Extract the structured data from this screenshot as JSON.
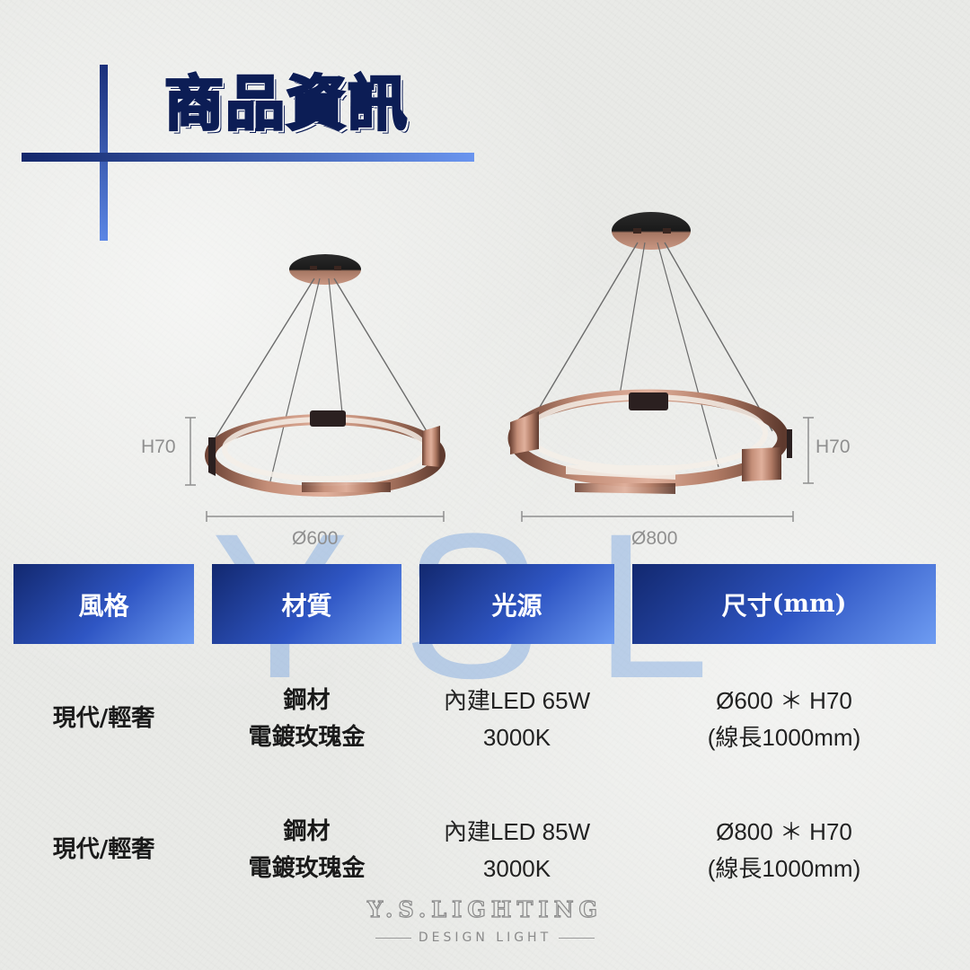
{
  "header": {
    "title": "商品資訊"
  },
  "watermark": {
    "text": "YSL"
  },
  "lamps": [
    {
      "height_label": "H70",
      "diameter_label": "Ø600"
    },
    {
      "height_label": "H70",
      "diameter_label": "Ø800"
    }
  ],
  "table": {
    "headers": {
      "style": "風格",
      "material": "材質",
      "light": "光源",
      "size": "尺寸",
      "size_unit": "(mm)"
    },
    "rows": [
      {
        "style": "現代/輕奢",
        "material_1": "鋼材",
        "material_2": "電鍍玫瑰金",
        "light_1": "內建LED 65W",
        "light_2": "3000K",
        "size_1": "Ø600 ＊ H70",
        "size_2": "(線長1000mm)"
      },
      {
        "style": "現代/輕奢",
        "material_1": "鋼材",
        "material_2": "電鍍玫瑰金",
        "light_1": "內建LED 85W",
        "light_2": "3000K",
        "size_1": "Ø800 ＊ H70",
        "size_2": "(線長1000mm)"
      }
    ]
  },
  "brand": {
    "name": "Y.S.LIGHTING",
    "tagline": "DESIGN LIGHT"
  },
  "colors": {
    "header_dark": "#12286f",
    "header_light": "#6e9cf2",
    "rose_gold": "#a8755f",
    "background": "#e9eae7"
  }
}
